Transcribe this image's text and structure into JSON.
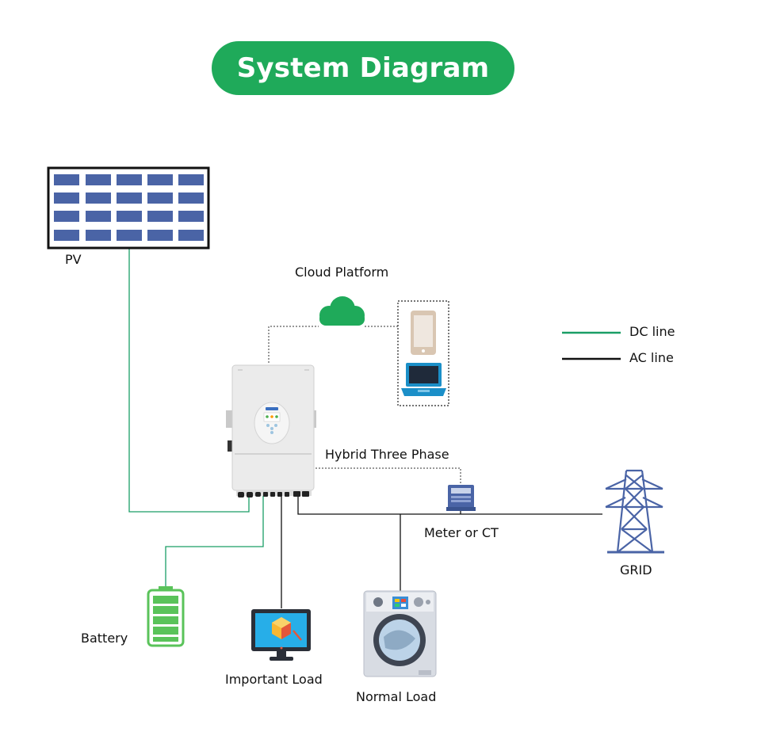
{
  "title": "System Diagram",
  "labels": {
    "pv": "PV",
    "cloud": "Cloud Platform",
    "inverter": "Hybrid Three Phase",
    "meter": "Meter or CT",
    "grid": "GRID",
    "battery": "Battery",
    "important_load": "Important Load",
    "normal_load": "Normal Load"
  },
  "legend": [
    {
      "label": "DC line",
      "color": "#1a9e66"
    },
    {
      "label": "AC line",
      "color": "#111111"
    }
  ],
  "colors": {
    "accent": "#1faa5a",
    "dc_line": "#1a9e66",
    "ac_line": "#111111",
    "panel_cell": "#4a64a6",
    "battery_cell": "#5ac35a"
  }
}
